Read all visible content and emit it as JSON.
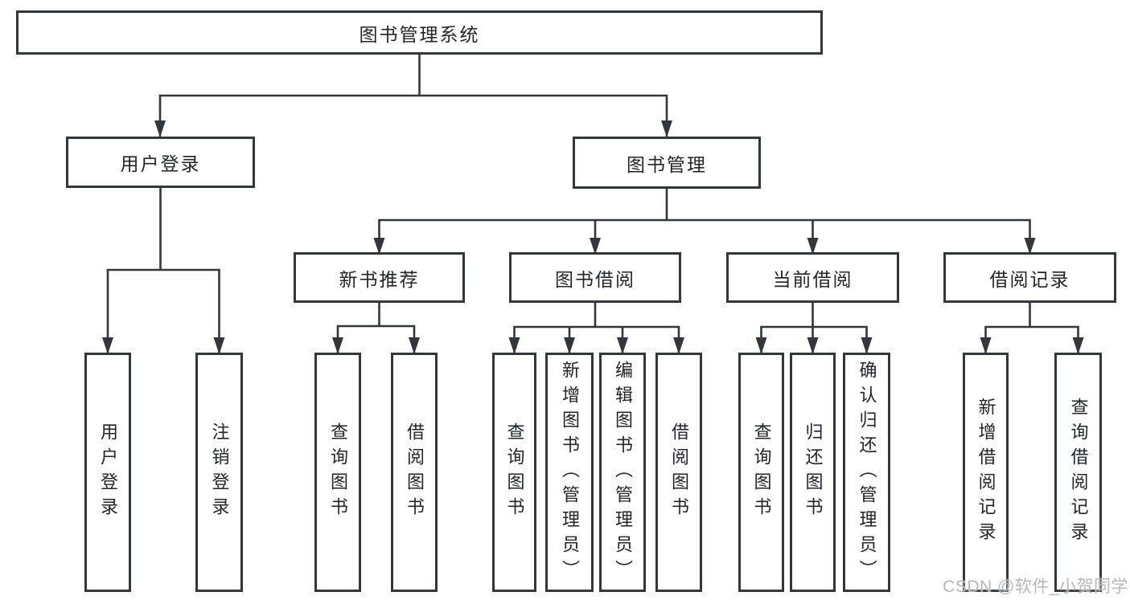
{
  "diagram": {
    "tree": {
      "root": {
        "label": "图书管理系统",
        "children": [
          {
            "label": "用户登录",
            "children": [
              {
                "label": "用户登录"
              },
              {
                "label": "注销登录"
              }
            ]
          },
          {
            "label": "图书管理",
            "children": [
              {
                "label": "新书推荐",
                "children": [
                  {
                    "label": "查询图书"
                  },
                  {
                    "label": "借阅图书"
                  }
                ]
              },
              {
                "label": "图书借阅",
                "children": [
                  {
                    "label": "查询图书"
                  },
                  {
                    "label": "新增图书（管理员）"
                  },
                  {
                    "label": "编辑图书（管理员）"
                  },
                  {
                    "label": "借阅图书"
                  }
                ]
              },
              {
                "label": "当前借阅",
                "children": [
                  {
                    "label": "查询图书"
                  },
                  {
                    "label": "归还图书"
                  },
                  {
                    "label": "确认归还（管理员）"
                  }
                ]
              },
              {
                "label": "借阅记录",
                "children": [
                  {
                    "label": "新增借阅记录"
                  },
                  {
                    "label": "查询借阅记录"
                  }
                ]
              }
            ]
          }
        ]
      }
    },
    "colors": {
      "line": "#33363a",
      "text": "#232528",
      "watermark": "#b4b8bc"
    }
  },
  "watermark": {
    "text": "CSDN @软件_小贺同学"
  }
}
